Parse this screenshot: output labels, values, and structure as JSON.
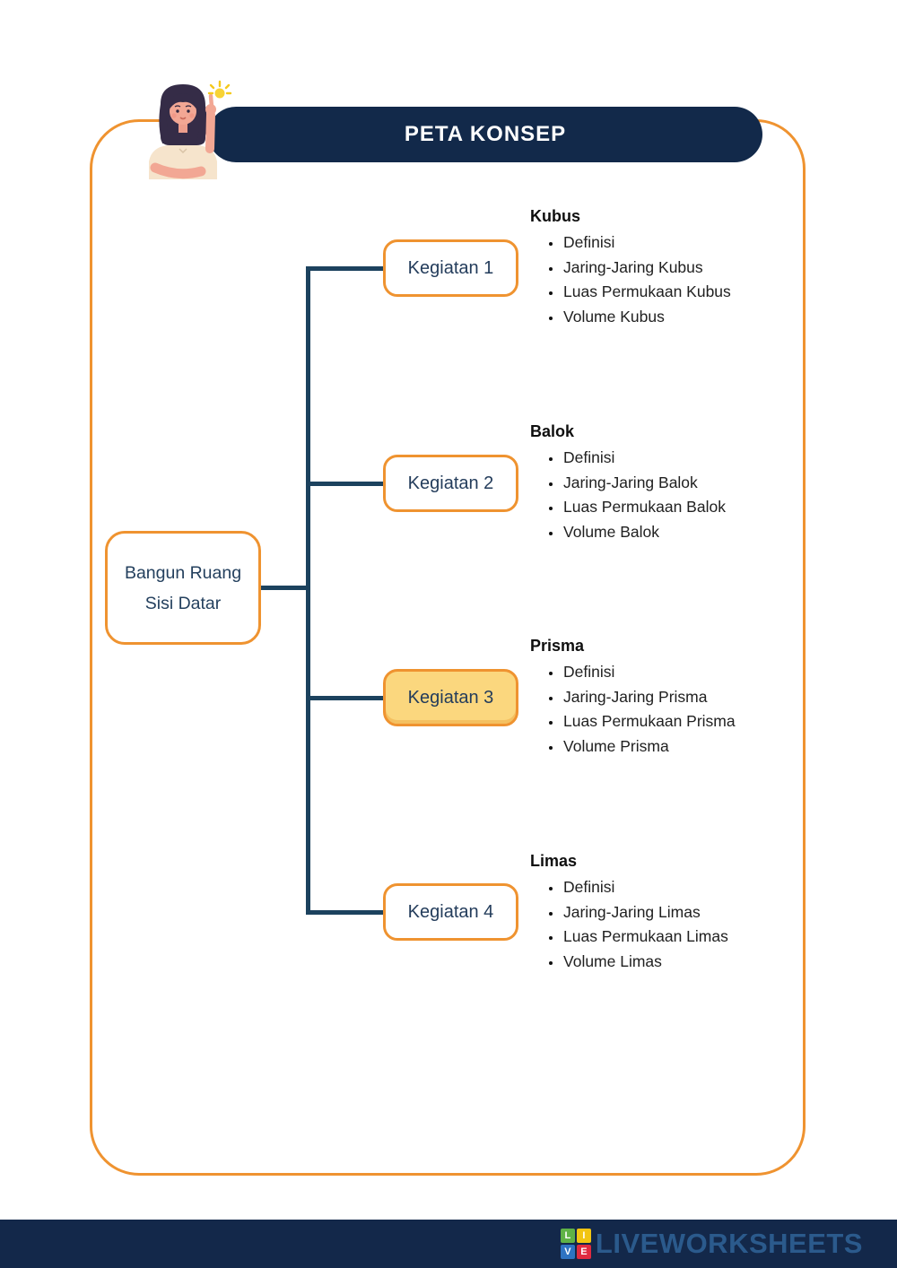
{
  "header": {
    "title": "PETA KONSEP"
  },
  "root_node": {
    "line1": "Bangun Ruang",
    "line2": "Sisi Datar"
  },
  "nodes": [
    {
      "label": "Kegiatan 1",
      "highlighted": false
    },
    {
      "label": "Kegiatan 2",
      "highlighted": false
    },
    {
      "label": "Kegiatan 3",
      "highlighted": true
    },
    {
      "label": "Kegiatan 4",
      "highlighted": false
    }
  ],
  "sections": [
    {
      "title": "Kubus",
      "items": [
        "Definisi",
        "Jaring-Jaring Kubus",
        "Luas Permukaan Kubus",
        "Volume Kubus"
      ]
    },
    {
      "title": "Balok",
      "items": [
        "Definisi",
        "Jaring-Jaring Balok",
        "Luas Permukaan Balok",
        "Volume Balok"
      ]
    },
    {
      "title": "Prisma",
      "items": [
        "Definisi",
        "Jaring-Jaring Prisma",
        "Luas Permukaan Prisma",
        "Volume Prisma"
      ]
    },
    {
      "title": "Limas",
      "items": [
        "Definisi",
        "Jaring-Jaring Limas",
        "Luas Permukaan Limas",
        "Volume Limas"
      ]
    }
  ],
  "footer": {
    "brand": "LIVEWORKSHEETS",
    "logo_letters": [
      "L",
      "I",
      "V",
      "E"
    ]
  },
  "colors": {
    "accent_orange": "#EF9330",
    "navy_header": "#12294A",
    "navy_footer": "#13284A",
    "connector_navy": "#1C425E",
    "highlight_yellow": "#FBD77E",
    "brand_blue": "#2B5A8C"
  }
}
